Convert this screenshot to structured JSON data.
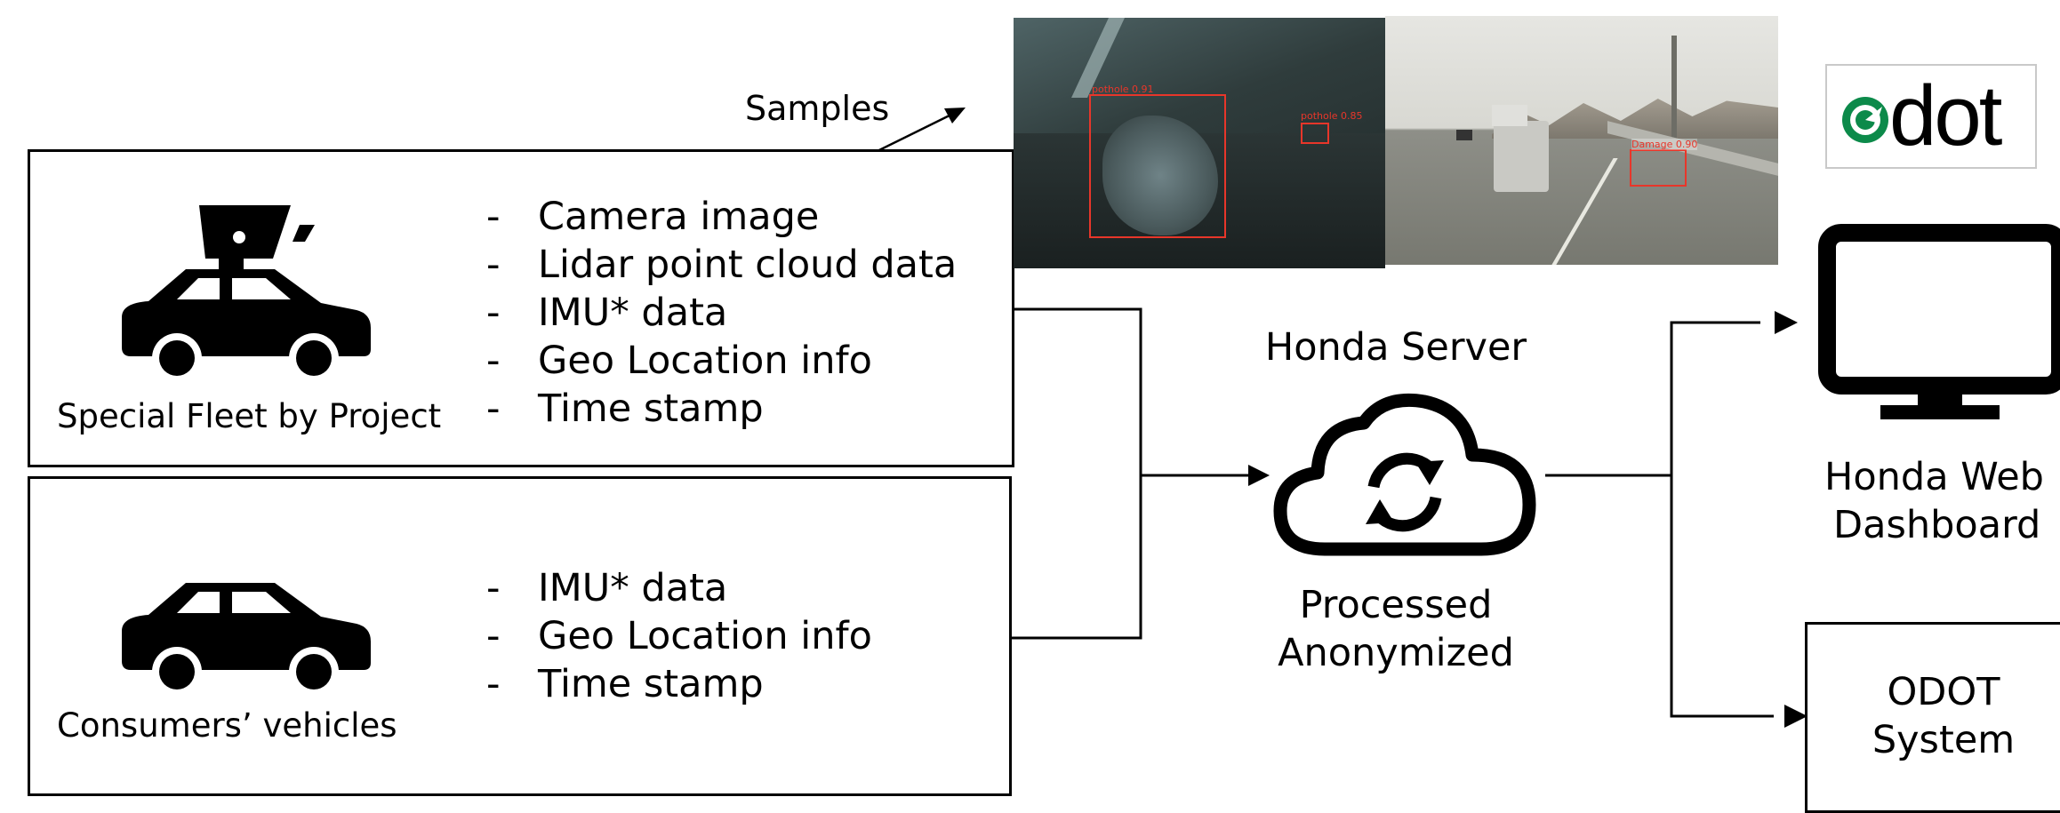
{
  "samples_label": "Samples",
  "special_fleet": {
    "caption": "Special Fleet by Project",
    "items": [
      "Camera image",
      "Lidar point cloud data",
      "IMU* data",
      "Geo Location info",
      "Time stamp"
    ]
  },
  "consumers": {
    "caption": "Consumers’ vehicles",
    "items": [
      "IMU* data",
      "Geo Location info",
      "Time stamp"
    ]
  },
  "bullet": "-",
  "server": {
    "title": "Honda Server",
    "sub_line1": "Processed",
    "sub_line2": "Anonymized"
  },
  "dashboard": {
    "line1": "Honda Web",
    "line2": "Dashboard"
  },
  "odot_system": {
    "line1": "ODOT",
    "line2": "System"
  },
  "logo_text": "dot",
  "detections": {
    "d1": "pothole 0.91",
    "d2": "pothole 0.85",
    "d3": "Damage 0.90"
  },
  "colors": {
    "detection": "#e8362a",
    "logo_green": "#0c8a4a"
  }
}
